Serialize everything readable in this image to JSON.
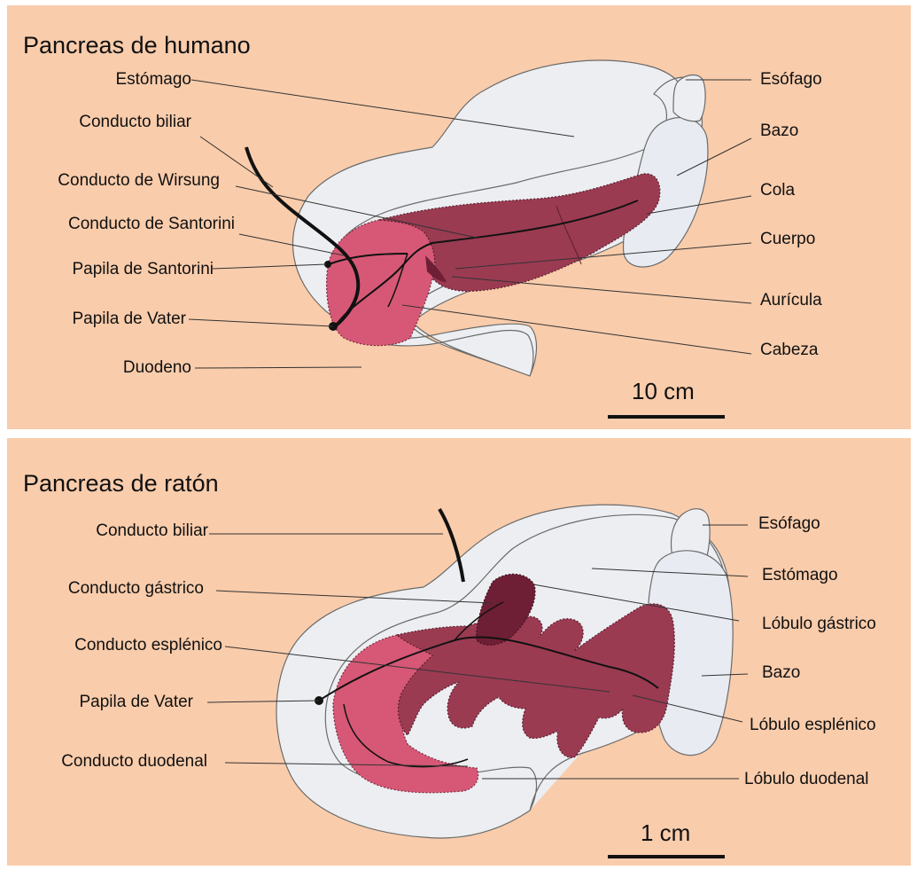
{
  "human": {
    "title": "Pancreas de humano",
    "labels": {
      "estomago": "Estómago",
      "conducto_biliar": "Conducto biliar",
      "conducto_wirsung": "Conducto de Wirsung",
      "conducto_santorini": "Conducto de Santorini",
      "papila_santorini": "Papila de Santorini",
      "papila_vater": "Papila de Vater",
      "duodeno": "Duodeno",
      "esofago": "Esófago",
      "bazo": "Bazo",
      "cola": "Cola",
      "cuerpo": "Cuerpo",
      "auricula": "Aurícula",
      "cabeza": "Cabeza"
    },
    "scale_label": "10 cm"
  },
  "mouse": {
    "title": "Pancreas de ratón",
    "labels": {
      "conducto_biliar": "Conducto biliar",
      "conducto_gastrico": "Conducto gástrico",
      "conducto_esplenico": "Conducto esplénico",
      "papila_vater": "Papila de Vater",
      "conducto_duodenal": "Conducto duodenal",
      "esofago": "Esófago",
      "estomago": "Estómago",
      "lobulo_gastrico": "Lóbulo gástrico",
      "bazo": "Bazo",
      "lobulo_esplenico": "Lóbulo esplénico",
      "lobulo_duodenal": "Lóbulo duodenal"
    },
    "scale_label": "1 cm"
  },
  "colors": {
    "background": "#f9ccab",
    "organ_fill": "#eceef1",
    "pancreas_head": "#d65876",
    "pancreas_body": "#9a3b52",
    "gastric_lobe": "#6e1f35",
    "duct": "#111111"
  }
}
